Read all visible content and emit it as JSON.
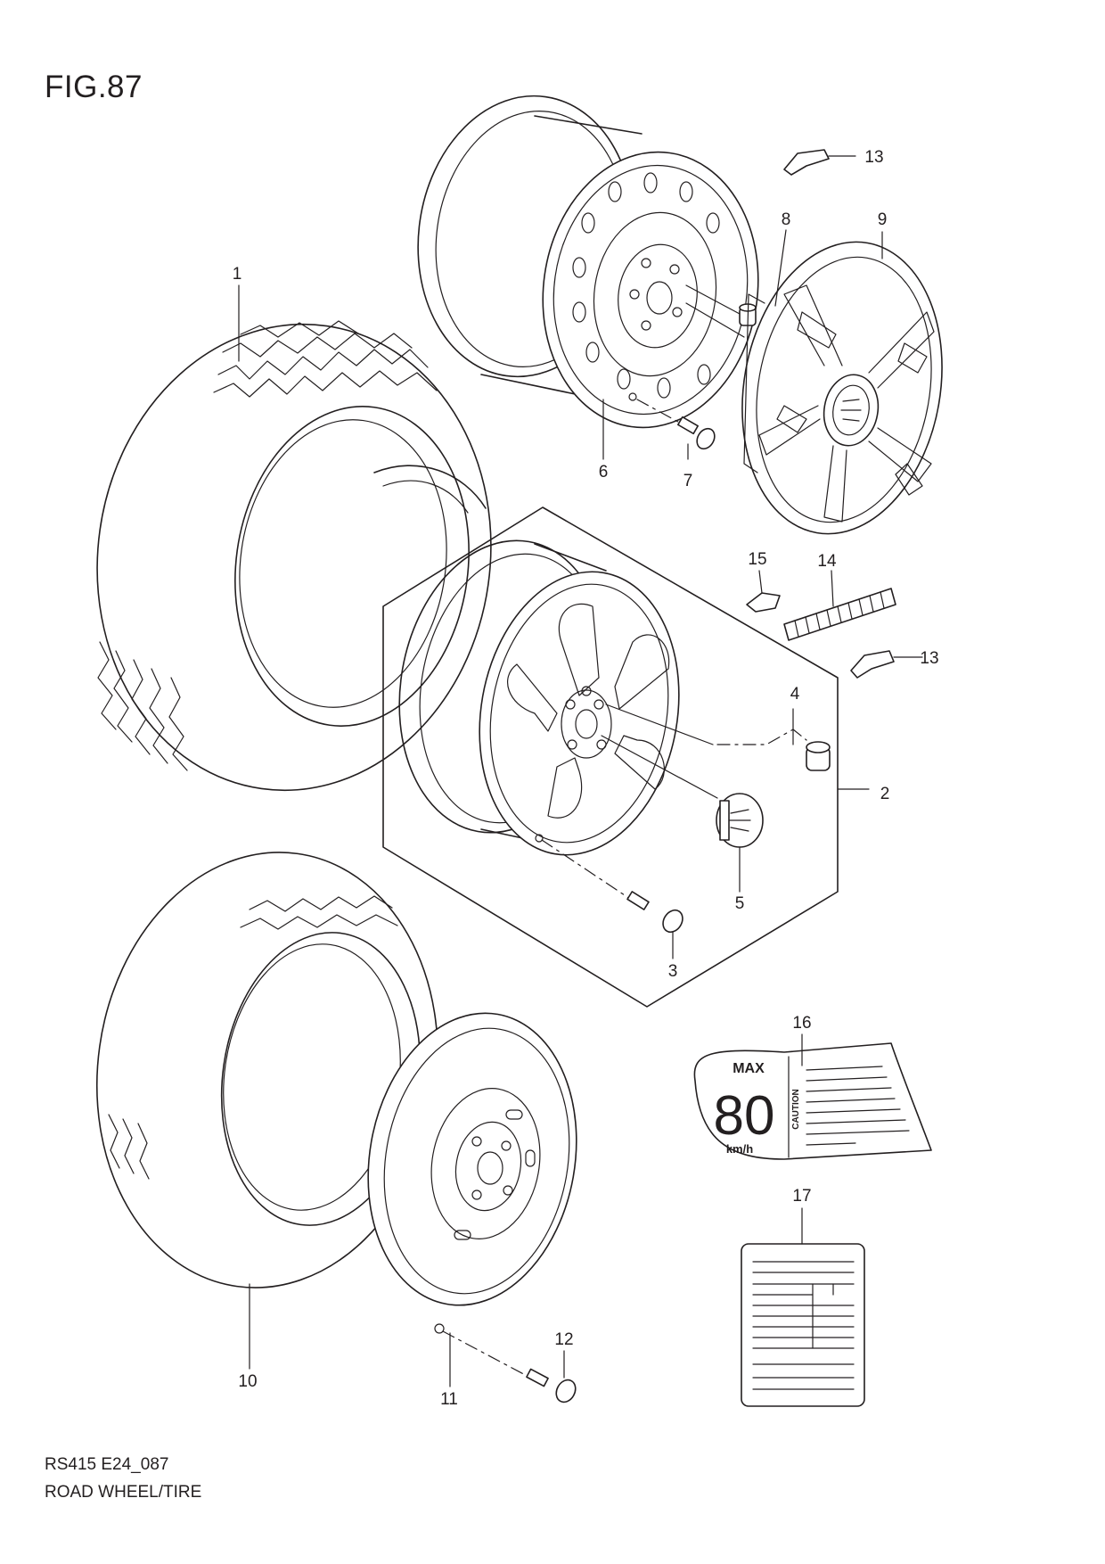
{
  "figure": {
    "title": "FIG.87"
  },
  "footer": {
    "code": "RS415 E24_087",
    "name": "ROAD WHEEL/TIRE"
  },
  "callouts": [
    "1",
    "2",
    "3",
    "4",
    "5",
    "6",
    "7",
    "8",
    "9",
    "10",
    "11",
    "12",
    "13",
    "13",
    "14",
    "15",
    "16",
    "17"
  ],
  "label16": {
    "max": "MAX",
    "speed": "80",
    "unit": "km/h",
    "caution": "CAUTION"
  }
}
